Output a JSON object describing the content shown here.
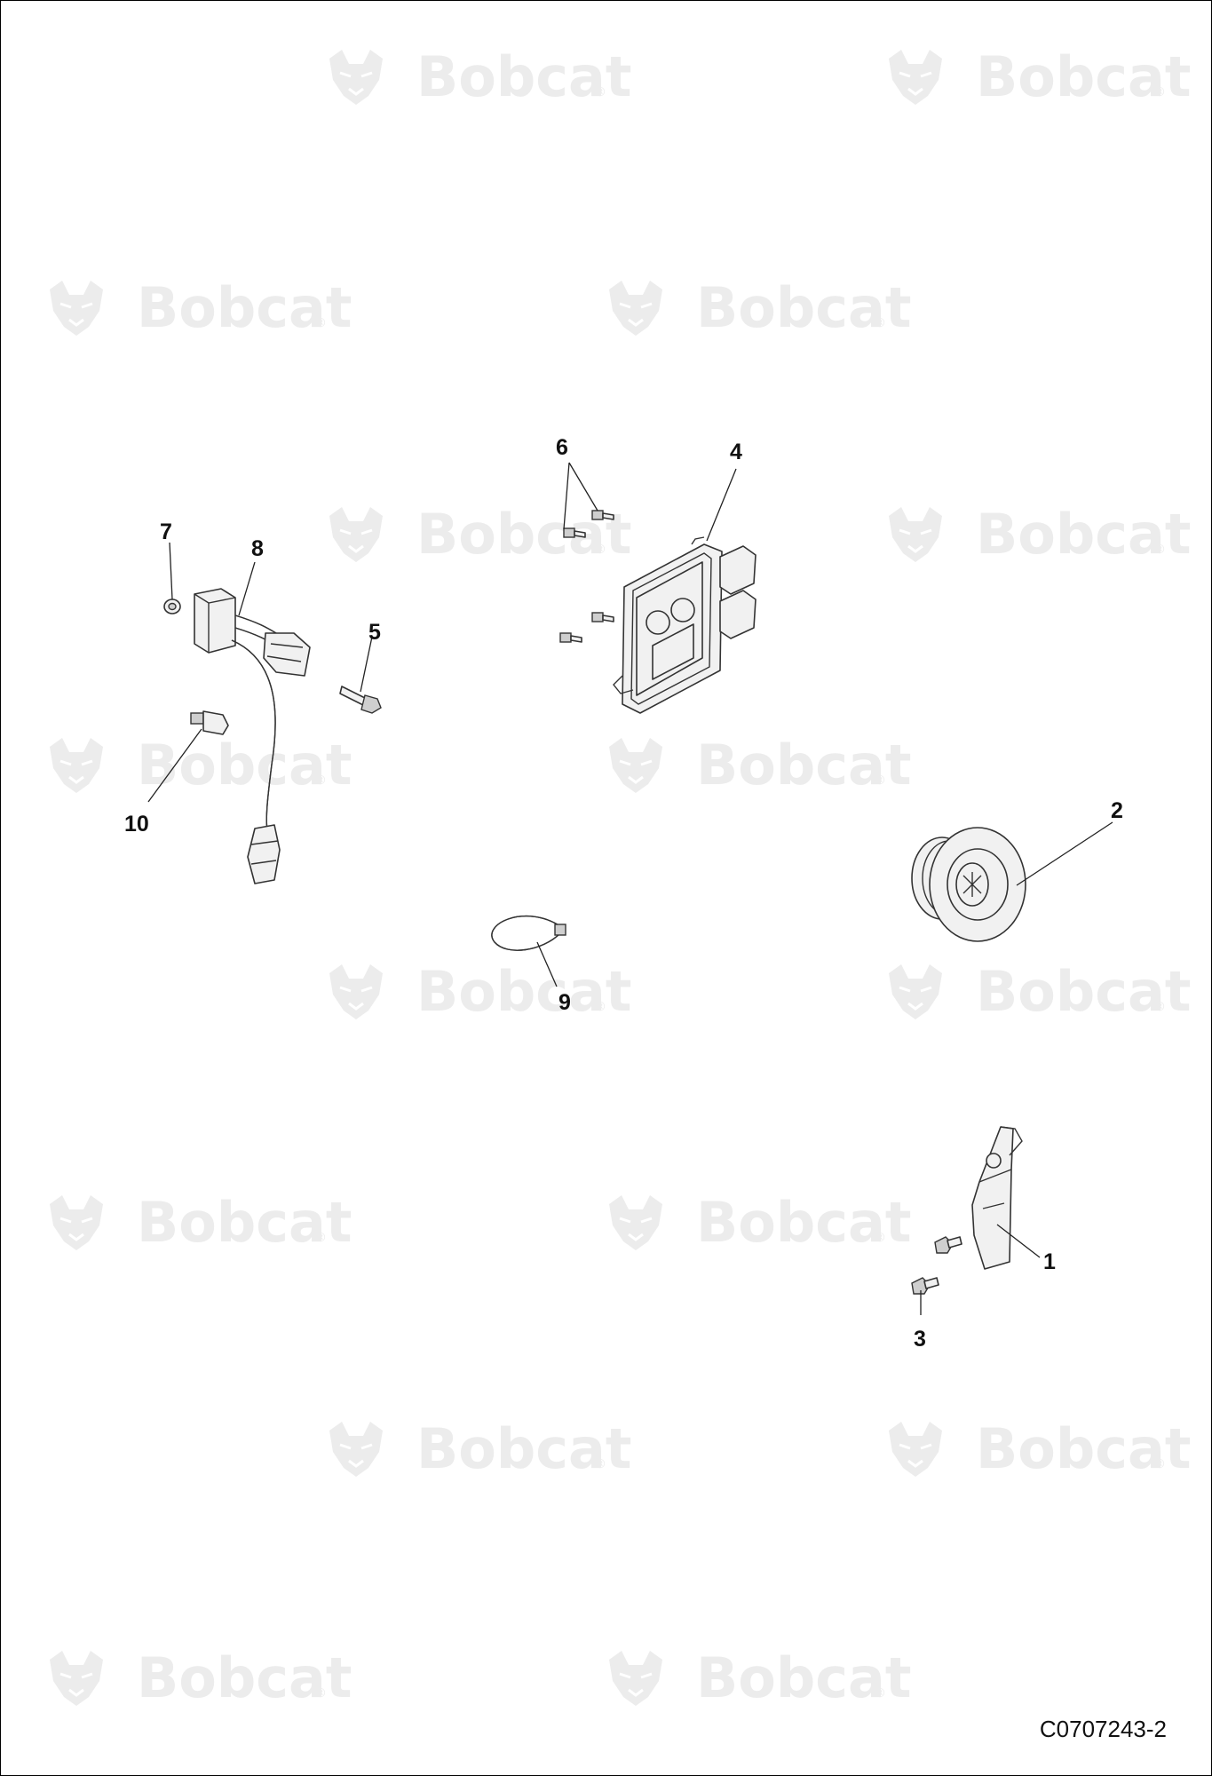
{
  "watermark": {
    "text": "Bobcat",
    "mark": "®",
    "logo_icon": "bobcat-head-logo"
  },
  "callouts": [
    "1",
    "2",
    "3",
    "4",
    "5",
    "6",
    "7",
    "8",
    "9",
    "10"
  ],
  "figure_code": "C0707243-2",
  "colors": {
    "line": "#222222",
    "watermark": "#ececec",
    "part_fill": "#f1f1f1"
  }
}
